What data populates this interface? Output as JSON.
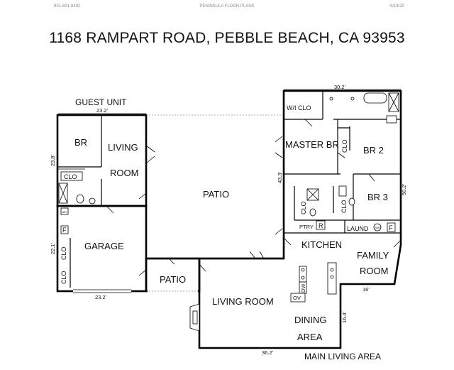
{
  "header": {
    "phone": "831-601-8482",
    "company": "PENINSULA FLOOR PLANS",
    "date": "5/19/20"
  },
  "address": "1168 RAMPART ROAD, PEBBLE BEACH, CA  93953",
  "sections": {
    "guest_unit": "GUEST UNIT",
    "main_living_area": "MAIN LIVING AREA"
  },
  "rooms": {
    "br_guest": "BR",
    "living": "LIVING",
    "room": "ROOM",
    "clo_guest": "CLO",
    "garage": "GARAGE",
    "clo_garage_1": "CLO",
    "clo_garage_2": "CLO",
    "patio_main": "PATIO",
    "patio_small": "PATIO",
    "wi_clo": "W/I CLO",
    "master_br": "MASTER BR",
    "clo_master": "CLO",
    "br2": "BR 2",
    "br3": "BR 3",
    "clo_br3_1": "CLO",
    "clo_br3_2": "CLO",
    "ptry": "PTRY",
    "laund": "LAUND",
    "kitchen": "KITCHEN",
    "family": "FAMILY",
    "family_room": "ROOM",
    "living_room": "LIVING ROOM",
    "dining": "DINING",
    "area": "AREA"
  },
  "symbols": {
    "fridge": "R",
    "furnace_garage": "F",
    "furnace_laund": "F",
    "water_heater": "WH",
    "washer": "WH",
    "dishwasher": "DW",
    "oven": "OV"
  },
  "dimensions": {
    "guest_width": "23.2'",
    "guest_depth": "23.8'",
    "garage_depth": "22.1'",
    "garage_width": "23.2'",
    "main_top": "30.2'",
    "main_side": "43.3'",
    "main_right": "50.2'",
    "family_width": "16'",
    "dining_depth": "16.4'",
    "main_bottom": "36.2'"
  }
}
